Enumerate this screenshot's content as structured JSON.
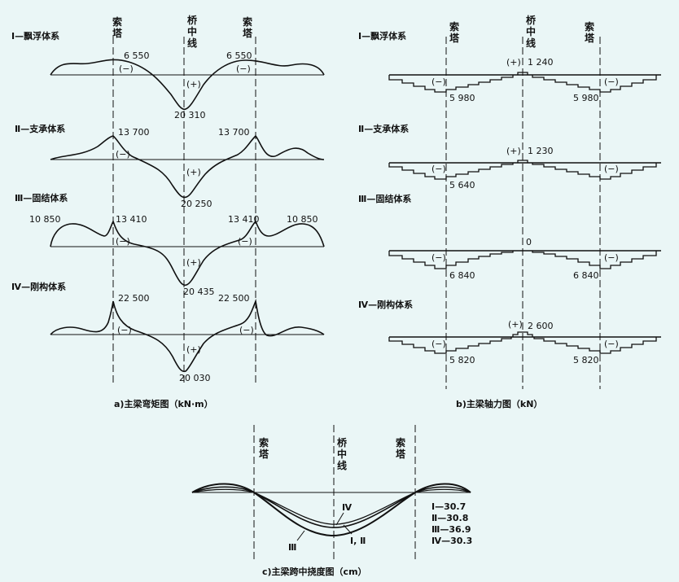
{
  "moment": {
    "caption": "a)主梁弯矩图（kN·m）",
    "tower_label": [
      "索",
      "塔"
    ],
    "center_label": [
      "桥",
      "中",
      "线"
    ],
    "systems": [
      {
        "name": "I—飘浮体系",
        "values": [
          "6 550",
          "6 550",
          "20 310"
        ],
        "signs": [
          "(−)",
          "(−)",
          "(+)"
        ]
      },
      {
        "name": "Ⅱ—支承体系",
        "values": [
          "13 700",
          "13 700",
          "20 250"
        ],
        "signs": [
          "(−)",
          "(+)"
        ]
      },
      {
        "name": "Ⅲ—固结体系",
        "values": [
          "10 850",
          "13 410",
          "13 410",
          "10 850",
          "20 435"
        ],
        "signs": [
          "(−)",
          "(−)",
          "(+)"
        ]
      },
      {
        "name": "Ⅳ—刚构体系",
        "values": [
          "22 500",
          "22 500",
          "20 030"
        ],
        "signs": [
          "(−)",
          "(−)",
          "(+)"
        ]
      }
    ]
  },
  "axial": {
    "caption": "b)主梁轴力图（kN）",
    "tower_label": [
      "索",
      "塔"
    ],
    "center_label": [
      "桥",
      "中",
      "线"
    ],
    "systems": [
      {
        "name": "I—飘浮体系",
        "values": [
          "1 240",
          "5 980",
          "5 980"
        ],
        "signs": [
          "(+)",
          "(−)",
          "(−)"
        ]
      },
      {
        "name": "Ⅱ—支承体系",
        "values": [
          "1 230",
          "5 640"
        ],
        "signs": [
          "(+)",
          "(−)",
          "(−)"
        ]
      },
      {
        "name": "Ⅲ—固结体系",
        "values": [
          "0",
          "6 840",
          "6 840"
        ],
        "signs": [
          "(−)",
          "(−)"
        ]
      },
      {
        "name": "Ⅳ—刚构体系",
        "values": [
          "2 600",
          "5 820",
          "5 820"
        ],
        "signs": [
          "(+)",
          "(−)",
          "(−)"
        ]
      }
    ]
  },
  "deflection": {
    "caption": "c)主梁跨中挠度图（cm）",
    "tower_label": [
      "索",
      "塔"
    ],
    "center_label": [
      "桥",
      "中",
      "线"
    ],
    "curve_labels": [
      "Ⅳ",
      "I, Ⅱ",
      "Ⅲ"
    ],
    "legend": [
      "I—30.7",
      "Ⅱ—30.8",
      "Ⅲ—36.9",
      "Ⅳ—30.3"
    ]
  }
}
